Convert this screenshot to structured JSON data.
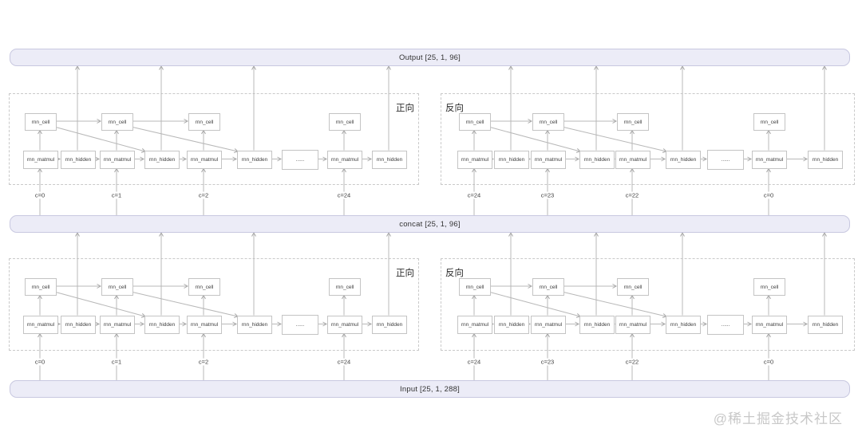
{
  "bars": {
    "output": "Output [25, 1, 96]",
    "concat": "concat [25, 1, 96]",
    "input": "Input [25, 1, 288]"
  },
  "directions": {
    "forward": "正向",
    "backward": "反向"
  },
  "node_labels": {
    "cell": "rnn_cell",
    "matmul": "rnn_matmul",
    "hidden": "rnn_hidden",
    "ellipsis": "......"
  },
  "time_labels": {
    "forward": [
      "c=0",
      "c=1",
      "c=2",
      "c=24"
    ],
    "backward": [
      "c=24",
      "c=23",
      "c=22",
      "c=0"
    ]
  },
  "watermark": "@稀土掘金技术社区",
  "colors": {
    "bar_bg": "#ececf7",
    "bar_border": "#c8c8e0",
    "box_border": "#c4c4c4",
    "dash_border": "#c9c9c9",
    "line": "#b8b8b8",
    "arrowhead": "#a8a8a8",
    "text": "#3d3d3d",
    "watermark": "#c8c8c8"
  }
}
